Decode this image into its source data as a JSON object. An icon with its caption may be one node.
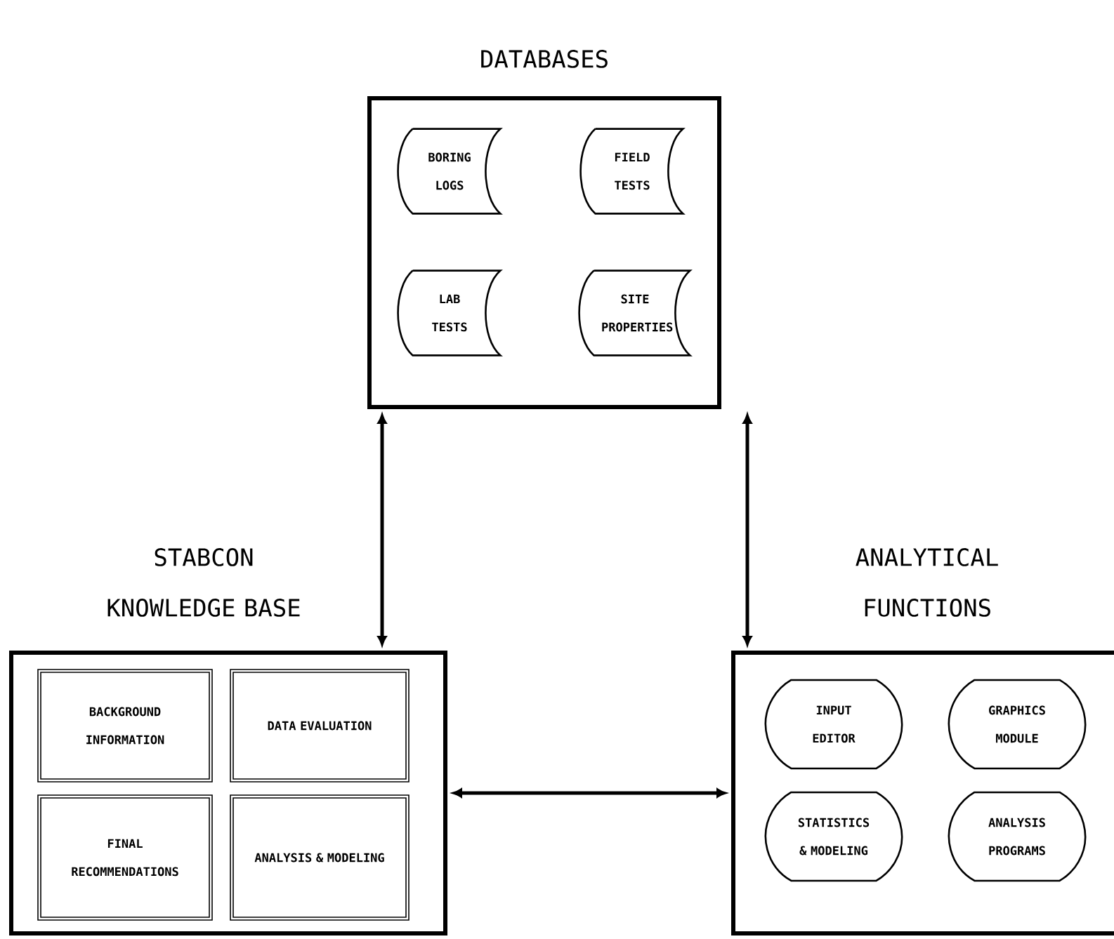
{
  "diagram": {
    "nodes": [
      {
        "text": [
          "DATABASES"
        ]
      },
      {
        "text": [
          "BORING LOGS"
        ],
        "in": 0
      },
      {
        "text": [
          "FIELD TESTS"
        ],
        "in": 0
      },
      {
        "text": [
          "LAB TESTS"
        ],
        "in": 0
      },
      {
        "text": [
          "SITE PROPERTIES"
        ],
        "in": 0
      },
      {
        "text": [
          "STABCON KNOWLEDGE BASE"
        ]
      },
      {
        "text": [
          "BACKGROUND INFORMATION"
        ],
        "in": 5
      },
      {
        "text": [
          "DATA EVALUATION"
        ],
        "in": 5
      },
      {
        "text": [
          "FINAL RECOMMENDATIONS"
        ],
        "in": 5
      },
      {
        "text": [
          "ANALYSIS & MODELING"
        ],
        "in": 5
      },
      {
        "text": [
          "ANALYTICAL FUNCTIONS"
        ]
      },
      {
        "text": [
          "INPUT EDITOR"
        ],
        "in": 10
      },
      {
        "text": [
          "GRAPHICS MODULE"
        ],
        "in": 10
      },
      {
        "text": [
          "STATISTICS & MODELING"
        ],
        "in": 10
      },
      {
        "text": [
          "ANALYSIS PROGRAMS"
        ],
        "in": 10
      }
    ],
    "edges": [
      {
        "from": 0,
        "to": 5,
        "arrow": "both"
      },
      {
        "from": 0,
        "to": 10,
        "arrow": "both"
      },
      {
        "from": 5,
        "to": 10,
        "arrow": "both"
      }
    ]
  }
}
